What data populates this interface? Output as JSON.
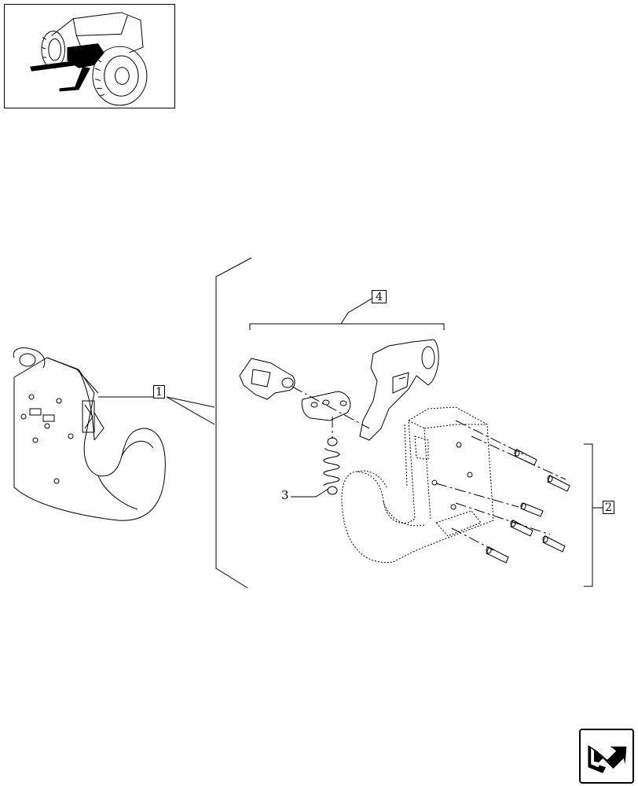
{
  "thumbnail": {
    "icon": "tractor-locator-icon"
  },
  "callouts": {
    "item_1": "1",
    "item_2": "2",
    "item_3": "3",
    "item_4": "4"
  },
  "nav": {
    "icon": "next-page-arrow-icon"
  }
}
